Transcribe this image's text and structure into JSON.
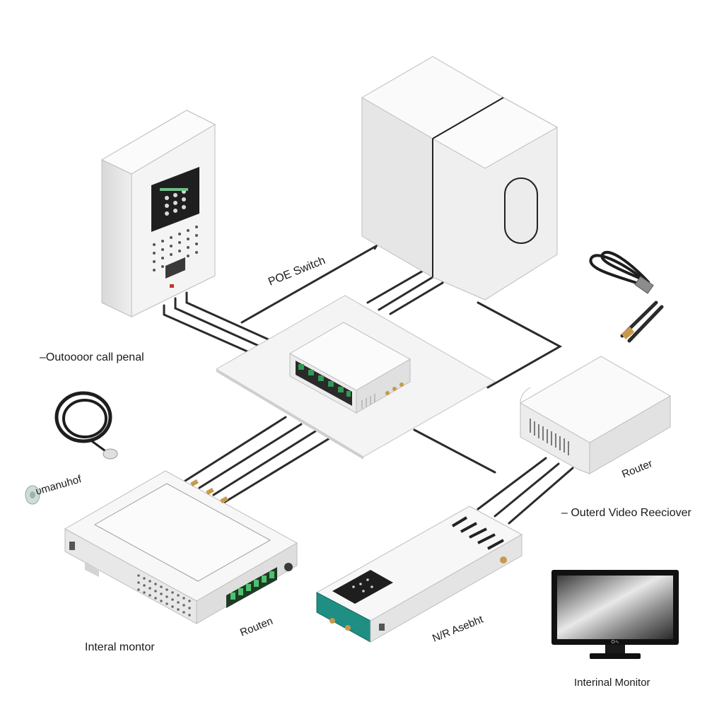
{
  "labels": {
    "poe_switch": "POE Switch",
    "outdoor_call_panel": "–Outoooor call penal",
    "router_right": "Router",
    "outdoor_video_receiver": "– Outerd Video Reeciover",
    "router_bottom": "Routen",
    "nvr": "N/R Asebht",
    "internal_monitor_left": "Interal montor",
    "internal_monitor_right": "Interinal Monitor",
    "coil_label": "ᴜmanuhof",
    "monitor_logo": "O∿"
  },
  "colors": {
    "device_body": "#f2f2f2",
    "device_shadow": "#c9c9c9",
    "cable": "#2b2b2b",
    "port_green": "#2f9a55",
    "pcb_teal": "#1f8f84",
    "connector_gold": "#c79a4b"
  }
}
